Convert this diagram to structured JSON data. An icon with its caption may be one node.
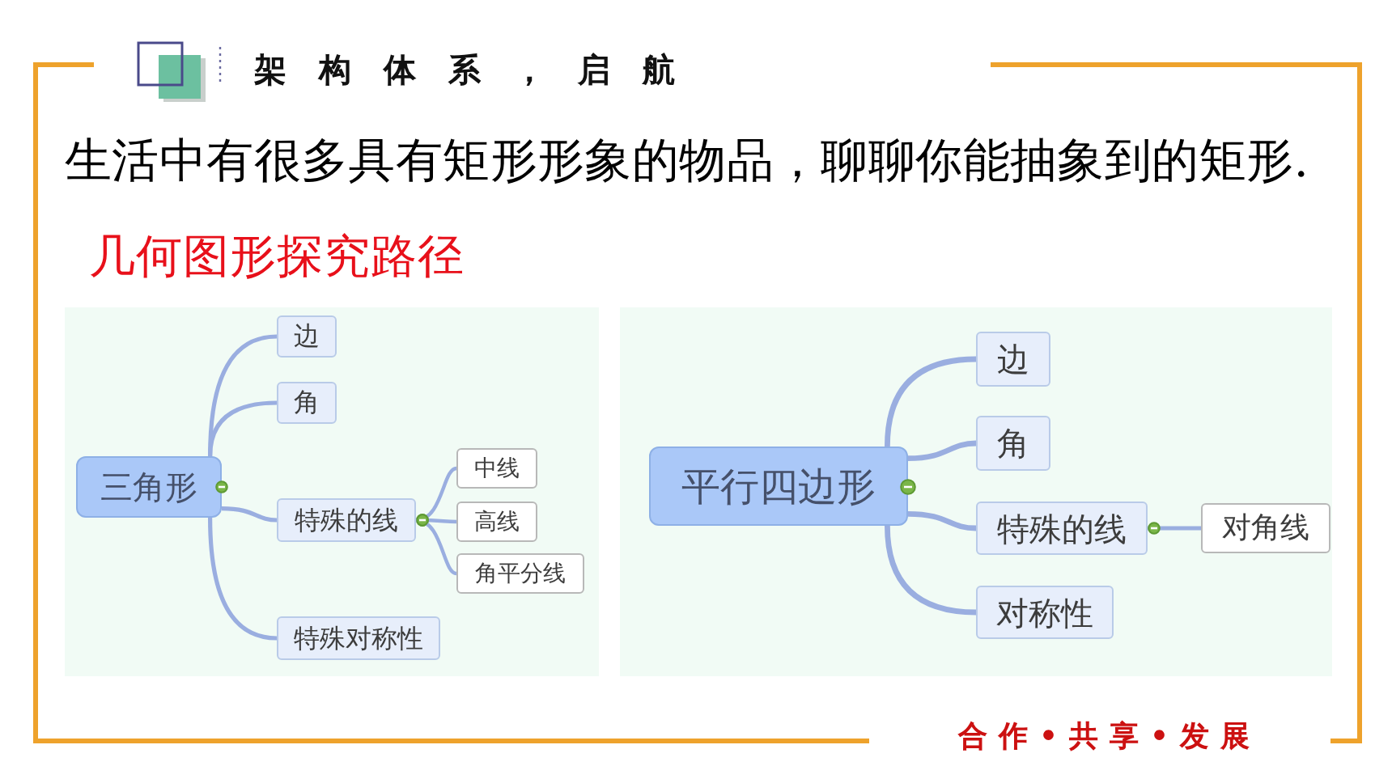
{
  "diagram": {
    "title": "架构体系，启航",
    "nodes": [
      {
        "text": [
          "三角形"
        ]
      },
      {
        "text": [
          "边"
        ]
      },
      {
        "text": [
          "角"
        ]
      },
      {
        "text": [
          "特殊的线"
        ]
      },
      {
        "text": [
          "中线"
        ]
      },
      {
        "text": [
          "高线"
        ]
      },
      {
        "text": [
          "角平分线"
        ]
      },
      {
        "text": [
          "特殊对称性"
        ]
      },
      {
        "text": [
          "平行四边形"
        ]
      },
      {
        "text": [
          "边"
        ]
      },
      {
        "text": [
          "角"
        ]
      },
      {
        "text": [
          "特殊的线"
        ]
      },
      {
        "text": [
          "对角线"
        ]
      },
      {
        "text": [
          "对称性"
        ]
      }
    ],
    "edges": [
      {
        "from": 0,
        "to": 1,
        "arrow": "none"
      },
      {
        "from": 0,
        "to": 2,
        "arrow": "none"
      },
      {
        "from": 0,
        "to": 3,
        "arrow": "none"
      },
      {
        "from": 0,
        "to": 7,
        "arrow": "none"
      },
      {
        "from": 3,
        "to": 4,
        "arrow": "other"
      },
      {
        "from": 3,
        "to": 5,
        "arrow": "other"
      },
      {
        "from": 3,
        "to": 6,
        "arrow": "other"
      },
      {
        "from": 8,
        "to": 9,
        "arrow": "none"
      },
      {
        "from": 8,
        "to": 10,
        "arrow": "none"
      },
      {
        "from": 8,
        "to": 11,
        "arrow": "none"
      },
      {
        "from": 8,
        "to": 13,
        "arrow": "none"
      },
      {
        "from": 11,
        "to": 12,
        "arrow": "other"
      }
    ],
    "labels": [
      "生活中有很多具有矩形形象的物品，聊聊你能抽象到的矩形.",
      "几何图形探究路径",
      "合作•共享•发展"
    ]
  }
}
